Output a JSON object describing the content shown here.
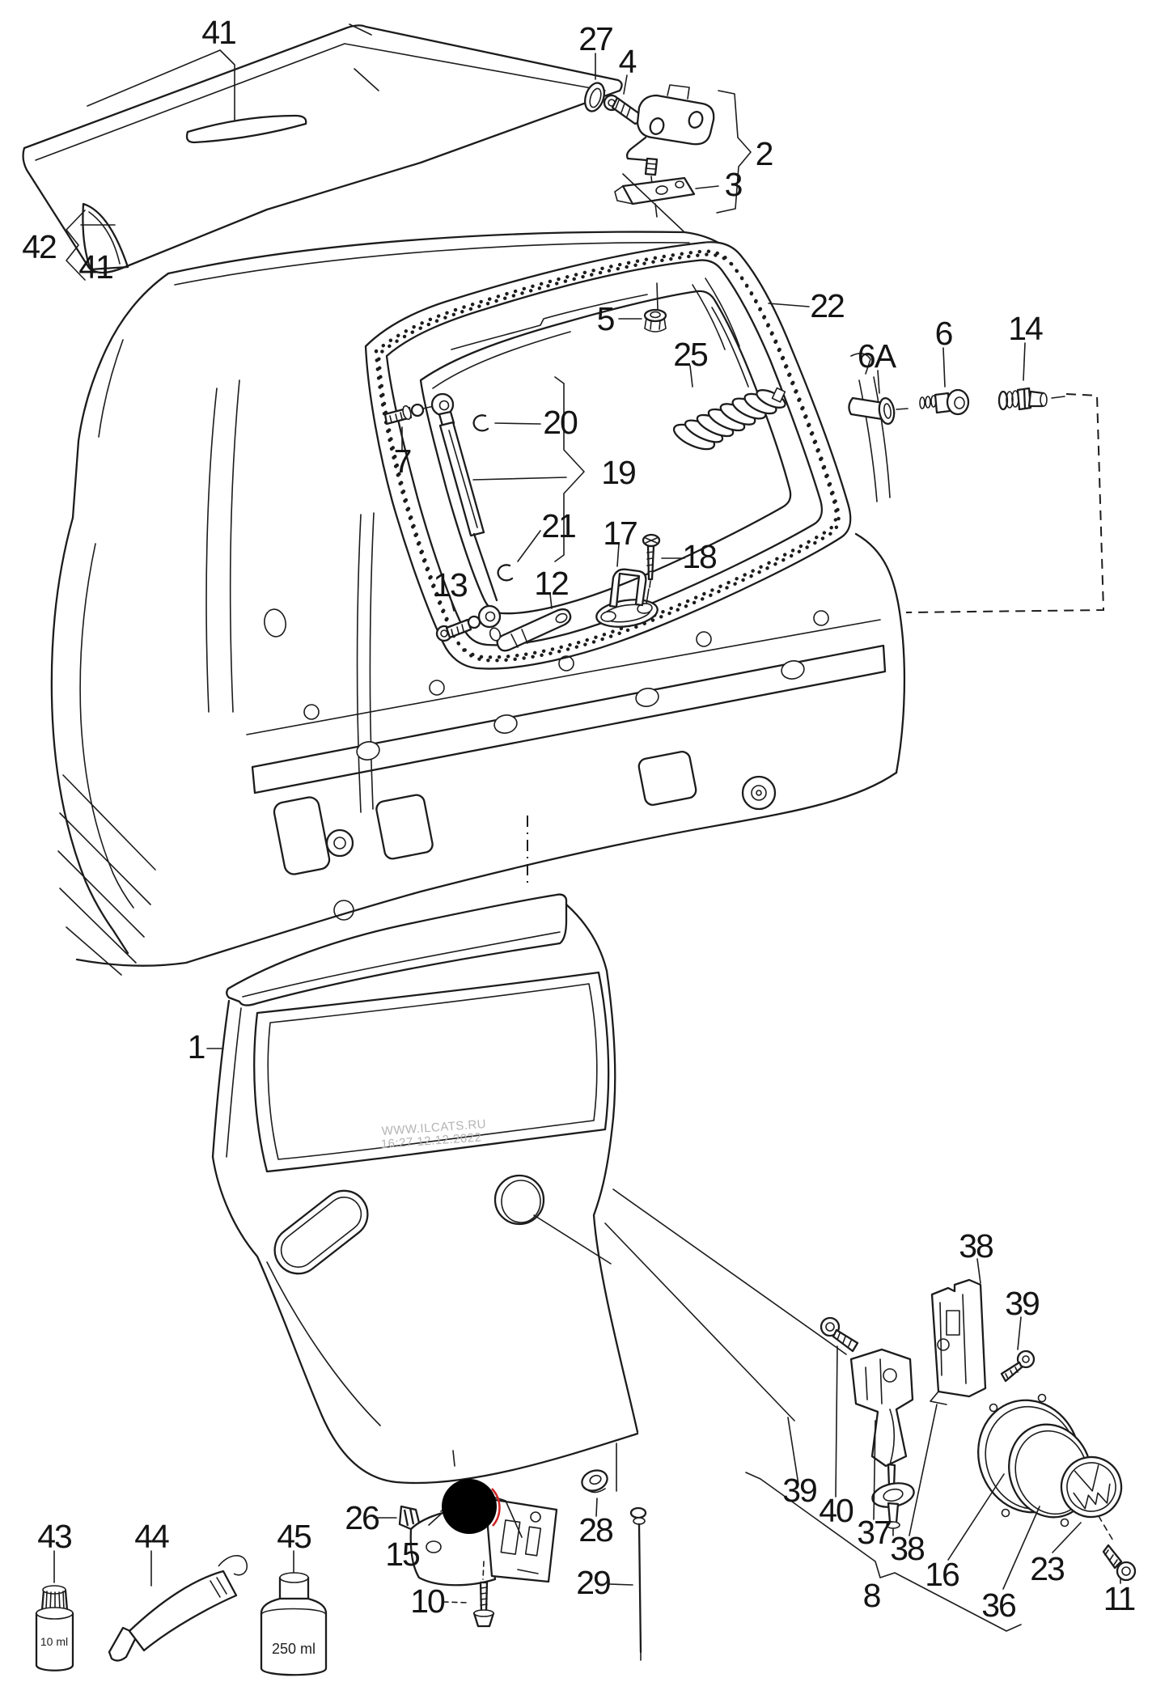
{
  "watermark": {
    "line1": "WWW.ILCATS.RU",
    "line2": "16:27 12.12.2022"
  },
  "volumes": {
    "small": "10 ml",
    "large": "250 ml"
  },
  "colors": {
    "line": "#1c1c1c",
    "watermark": "#b4b4b4",
    "highlight_dot": "#000000",
    "highlight_rim": "#cc2222"
  },
  "callouts": [
    {
      "id": "spoiler-top",
      "label": "41"
    },
    {
      "id": "grommet-27",
      "label": "27"
    },
    {
      "id": "screw-4",
      "label": "4"
    },
    {
      "id": "hinge-assembly-2",
      "label": "2"
    },
    {
      "id": "hinge-plate-3",
      "label": "3"
    },
    {
      "id": "spoiler-assembly-42",
      "label": "42"
    },
    {
      "id": "spoiler-side-41",
      "label": "41"
    },
    {
      "id": "seal-22",
      "label": "22"
    },
    {
      "id": "clip-5",
      "label": "5"
    },
    {
      "id": "spring-25",
      "label": "25"
    },
    {
      "id": "bushing-6a",
      "label": "6A"
    },
    {
      "id": "bushing-6",
      "label": "6"
    },
    {
      "id": "bushing-14",
      "label": "14"
    },
    {
      "id": "clip-20",
      "label": "20"
    },
    {
      "id": "ball-stud-7",
      "label": "7"
    },
    {
      "id": "strut-19",
      "label": "19"
    },
    {
      "id": "clip-21",
      "label": "21"
    },
    {
      "id": "striker-17",
      "label": "17"
    },
    {
      "id": "screw-18",
      "label": "18"
    },
    {
      "id": "ball-stud-13",
      "label": "13"
    },
    {
      "id": "link-12",
      "label": "12"
    },
    {
      "id": "tailgate-1",
      "label": "1"
    },
    {
      "id": "actuator-38-top",
      "label": "38"
    },
    {
      "id": "screw-39-top",
      "label": "39"
    },
    {
      "id": "nut-26",
      "label": "26"
    },
    {
      "id": "lock-15",
      "label": "15"
    },
    {
      "id": "screw-10",
      "label": "10"
    },
    {
      "id": "grommet-28",
      "label": "28"
    },
    {
      "id": "rod-29",
      "label": "29"
    },
    {
      "id": "screw-39-bottom",
      "label": "39"
    },
    {
      "id": "screw-40",
      "label": "40"
    },
    {
      "id": "lock-37",
      "label": "37"
    },
    {
      "id": "actuator-38-bottom",
      "label": "38"
    },
    {
      "id": "group-8",
      "label": "8"
    },
    {
      "id": "emblem-16",
      "label": "16"
    },
    {
      "id": "group-36",
      "label": "36"
    },
    {
      "id": "ring-23",
      "label": "23"
    },
    {
      "id": "screw-11",
      "label": "11"
    },
    {
      "id": "bottle-43",
      "label": "43"
    },
    {
      "id": "tube-44",
      "label": "44"
    },
    {
      "id": "bottle-45",
      "label": "45"
    }
  ]
}
